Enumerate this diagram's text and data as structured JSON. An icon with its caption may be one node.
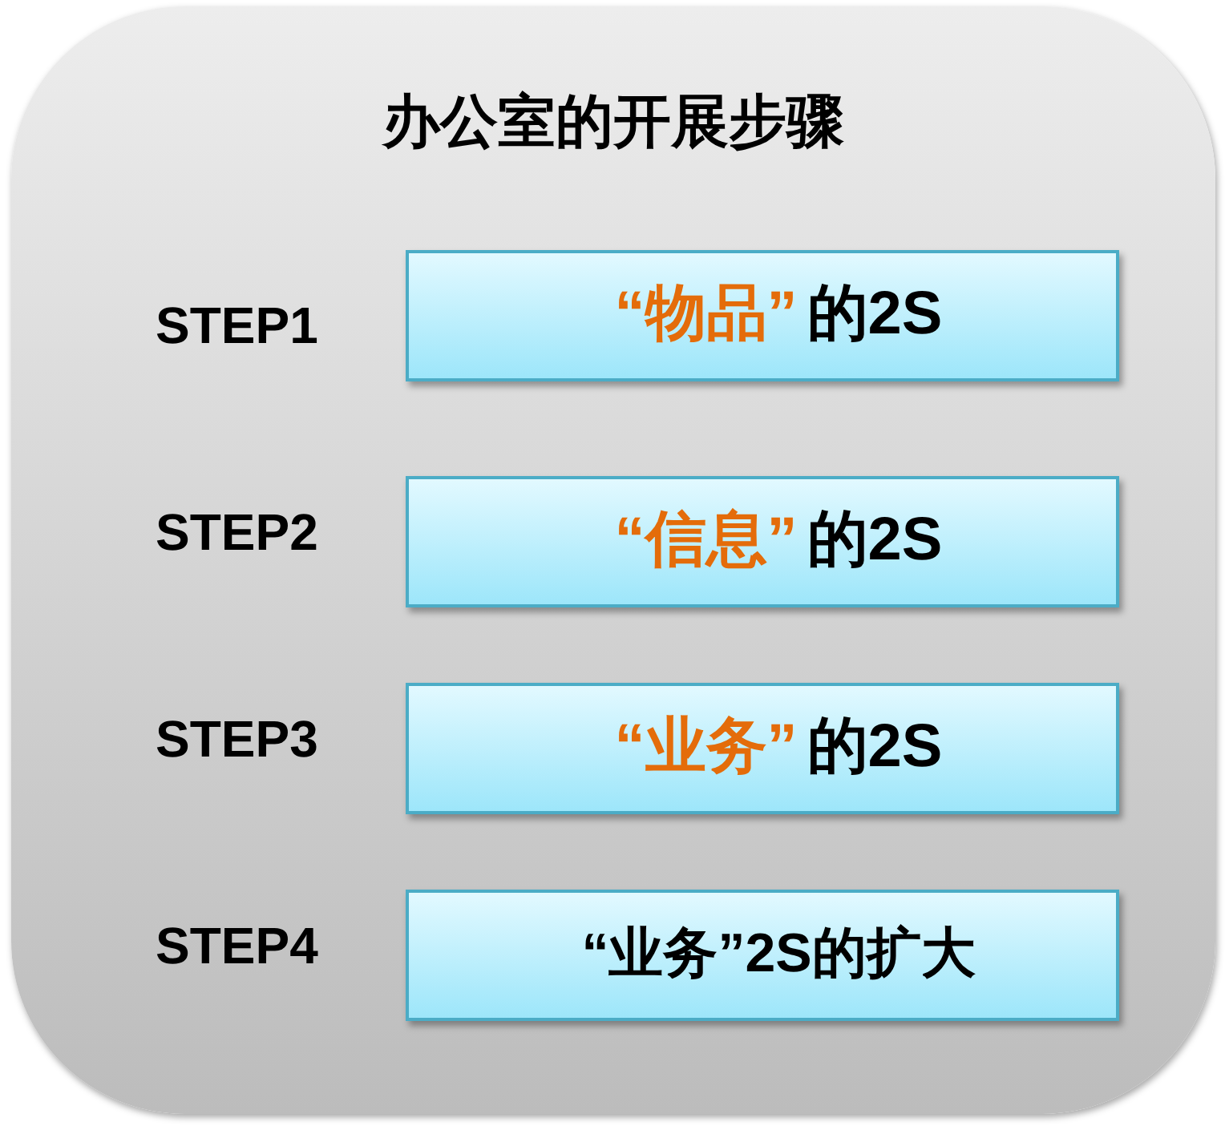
{
  "diagram": {
    "nodes": [
      {
        "text": [
          "办公室的开展步骤"
        ]
      },
      {
        "text": [
          "“物品”",
          "的2S"
        ],
        "in": 0,
        "beside": [
          "STEP1"
        ]
      },
      {
        "text": [
          "“信息”",
          "的2S"
        ],
        "in": 0,
        "beside": [
          "STEP2"
        ]
      },
      {
        "text": [
          "“业务”",
          "的2S"
        ],
        "in": 0,
        "beside": [
          "STEP3"
        ]
      },
      {
        "text": [
          "“业务”2S的扩大"
        ],
        "in": 0,
        "beside": [
          "STEP4"
        ]
      }
    ]
  }
}
